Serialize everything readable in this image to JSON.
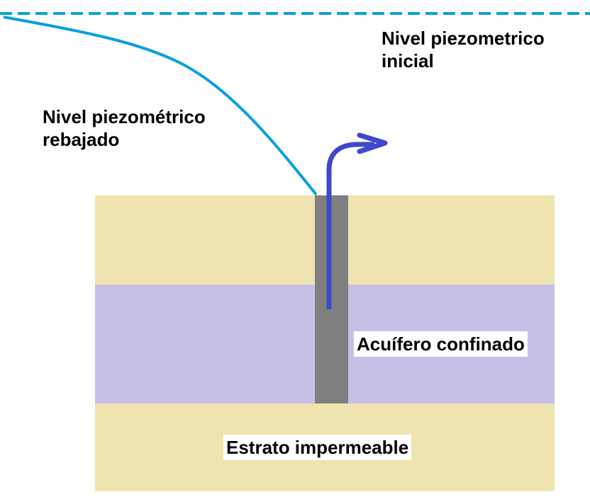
{
  "labels": {
    "initial_level": [
      "Nivel piezometrico",
      "inicial"
    ],
    "lowered_level": [
      "Nivel piezométrico",
      "rebajado"
    ],
    "aquifer": "Acuífero confinado",
    "impermeable": "Estrato impermeable"
  },
  "colors": {
    "water_line": "#0aa0e0",
    "arrow": "#3f48cc",
    "sand": "#efe4b0",
    "aquifer": "#c8bfe7",
    "well": "#7f7f7f"
  }
}
